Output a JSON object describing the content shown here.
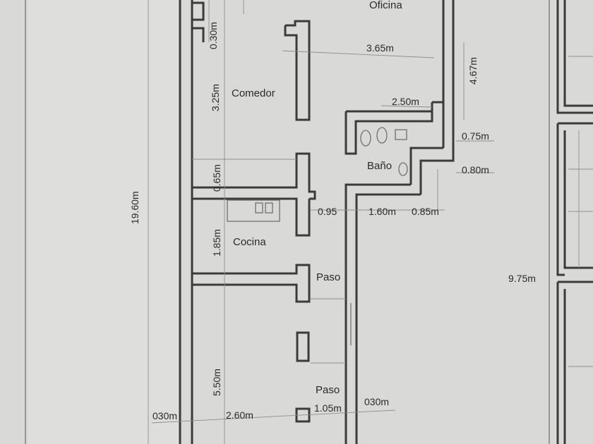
{
  "rooms": {
    "oficina": "Oficina",
    "comedor": "Comedor",
    "bano": "Baño",
    "cocina": "Cocina",
    "paso_upper": "Paso",
    "paso_lower": "Paso"
  },
  "dimensions": {
    "d_030_top": "0.30m",
    "d_365": "3.65m",
    "d_467": "4.67m",
    "d_325": "3.25m",
    "d_250": "2.50m",
    "d_075": "0.75m",
    "d_080": "0.80m",
    "d_065": "0.65m",
    "d_095": "0.95",
    "d_160": "1.60m",
    "d_085": "0.85m",
    "d_185": "1.85m",
    "d_1960": "19.60m",
    "d_975": "9.75m",
    "d_550": "5.50m",
    "d_030_left": "030m",
    "d_260": "2.60m",
    "d_105": "1.05m",
    "d_030_right": "030m"
  },
  "colors": {
    "paper": "#d9d9d7",
    "wall": "#3b3b3b",
    "text": "#2a2a2a"
  }
}
